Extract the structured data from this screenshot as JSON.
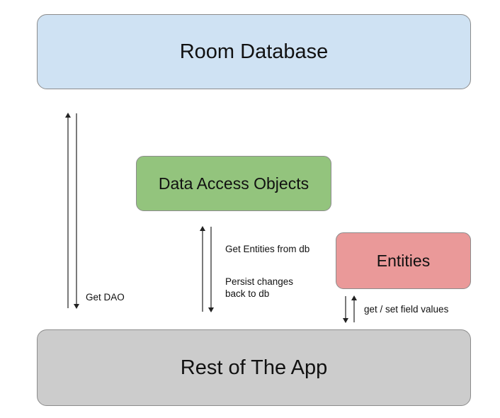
{
  "boxes": {
    "room_database": "Room Database",
    "data_access_objects": "Data Access Objects",
    "entities": "Entities",
    "rest_of_app": "Rest of The App"
  },
  "labels": {
    "get_dao": "Get DAO",
    "get_entities": "Get Entities from db",
    "persist_changes": "Persist changes\nback to db",
    "get_set_field_values": "get / set field values"
  },
  "colors": {
    "room_database": "#cfe2f3",
    "data_access_objects": "#93c47d",
    "entities": "#ea9999",
    "rest_of_app": "#cccccc",
    "arrow": "#222222"
  }
}
